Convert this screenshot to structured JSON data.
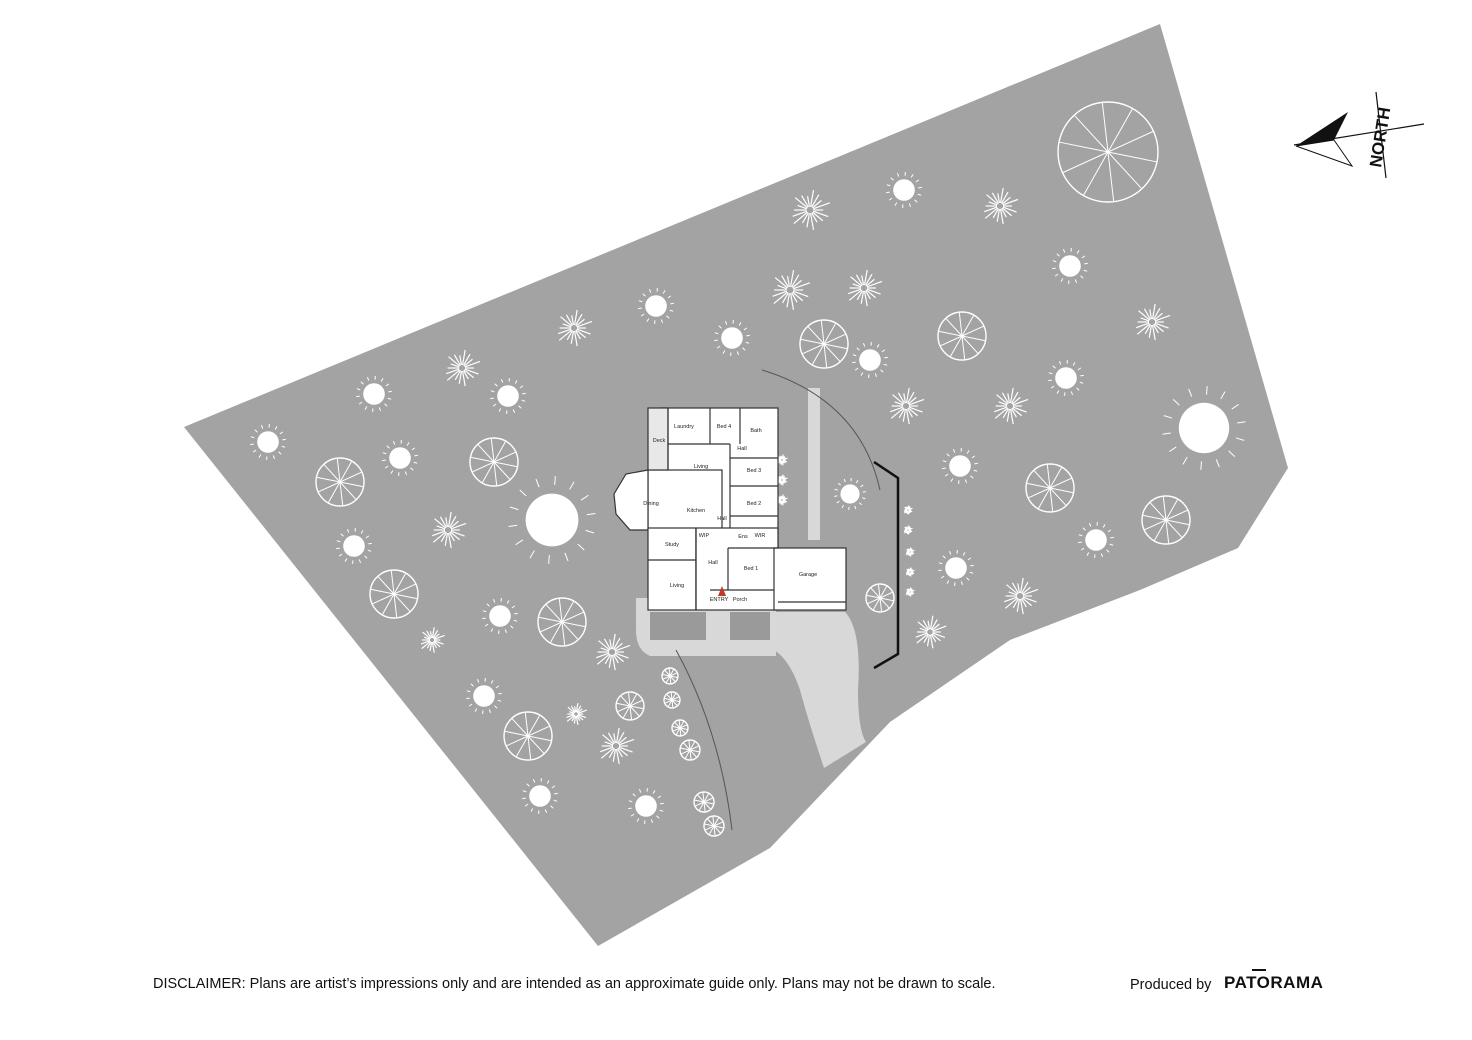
{
  "north": {
    "label": "NORTH",
    "icon": "north-arrow-icon"
  },
  "rooms": {
    "deck": "Deck",
    "laundry": "Laundry",
    "bed4": "Bed 4",
    "bath": "Bath",
    "hall_north": "Hall",
    "living_main": "Living",
    "bed3": "Bed 3",
    "dining": "Dining",
    "kitchen": "Kitchen",
    "hall_mid": "Hall",
    "bed2": "Bed 2",
    "study": "Study",
    "wip": "WIP",
    "ens": "Ens",
    "wir": "WIR",
    "hall_south": "Hall",
    "bed1": "Bed 1",
    "garage": "Garage",
    "living_south": "Living",
    "entry": "ENTRY",
    "porch": "Porch"
  },
  "footer": {
    "disclaimer": "DISCLAIMER: Plans are artist’s impressions only and are intended as an approximate guide only. Plans may not be drawn to scale.",
    "produced_by": "Produced by",
    "brand": "PATORAMA"
  },
  "colors": {
    "land": "#a3a3a3",
    "path": "#d8d8d8",
    "tree": "#ffffff",
    "wall": "#333333"
  }
}
